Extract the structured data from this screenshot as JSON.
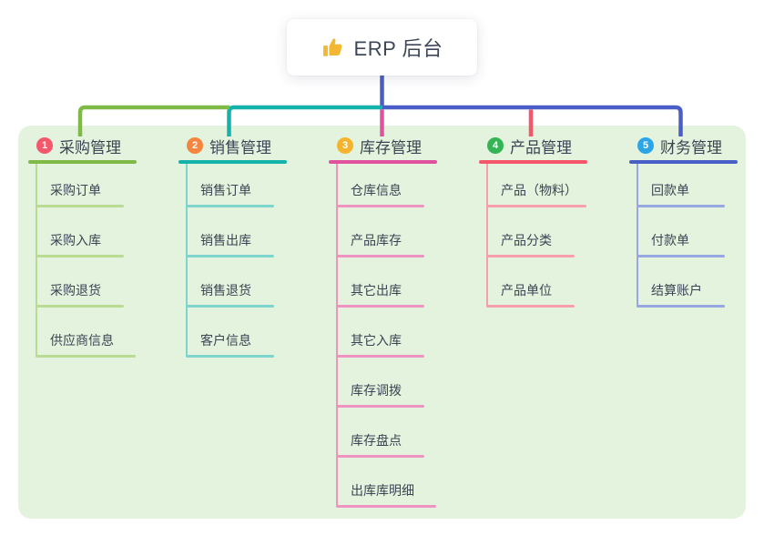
{
  "root": {
    "icon": "thumbs-up",
    "title": "ERP 后台",
    "line_color": "#4a5ec8"
  },
  "branches": [
    {
      "badge": "1",
      "badge_color": "#f3586b",
      "label": "采购管理",
      "line_color": "#7fba47",
      "sub_line_color": "#b9dc92",
      "items": [
        "采购订单",
        "采购入库",
        "采购退货",
        "供应商信息"
      ]
    },
    {
      "badge": "2",
      "badge_color": "#f6863f",
      "label": "销售管理",
      "line_color": "#14b3a9",
      "sub_line_color": "#7ed5ce",
      "items": [
        "销售订单",
        "销售出库",
        "销售退货",
        "客户信息"
      ]
    },
    {
      "badge": "3",
      "badge_color": "#f6b42d",
      "label": "库存管理",
      "line_color": "#e0519e",
      "sub_line_color": "#ee93c2",
      "items": [
        "仓库信息",
        "产品库存",
        "其它出库",
        "其它入库",
        "库存调拨",
        "库存盘点",
        "出库库明细"
      ]
    },
    {
      "badge": "4",
      "badge_color": "#35b456",
      "label": "产品管理",
      "line_color": "#f4566b",
      "sub_line_color": "#f79fab",
      "items": [
        "产品（物料）",
        "产品分类",
        "产品单位"
      ]
    },
    {
      "badge": "5",
      "badge_color": "#2ba5e6",
      "label": "财务管理",
      "line_color": "#4a5ec8",
      "sub_line_color": "#97a7e2",
      "items": [
        "回款单",
        "付款单",
        "结算账户"
      ]
    }
  ],
  "canvas": {
    "background": "#ffffff",
    "panel_background": "#e4f3de"
  }
}
